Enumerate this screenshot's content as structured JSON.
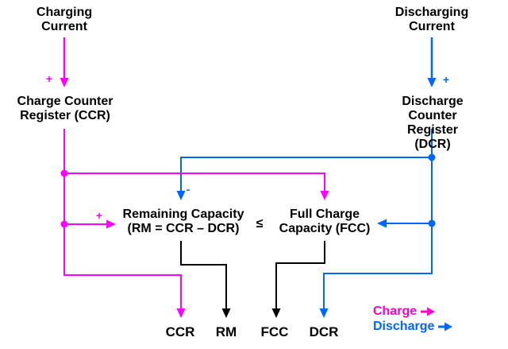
{
  "colors": {
    "charge_line": "#FF00FF",
    "discharge_line": "#0066FF",
    "legend_charge_text": "#FF00CC",
    "legend_discharge_text": "#0066FF",
    "signal_line_black": "#000000",
    "text": "#000000"
  },
  "nodes": {
    "charging_current": "Charging\nCurrent",
    "discharging_current": "Discharging\nCurrent",
    "charge_counter_register": "Charge Counter\nRegister (CCR)",
    "discharge_counter_register": "Discharge Counter\nRegister (DCR)",
    "remaining_capacity": "Remaining Capacity\n(RM = CCR – DCR)",
    "comparator": "≤",
    "full_charge_capacity": "Full Charge\nCapacity (FCC)"
  },
  "signs": {
    "charge_plus": "+",
    "discharge_plus": "+",
    "rm_plus": "+",
    "subtract_minus": "-"
  },
  "outputs": [
    "CCR",
    "RM",
    "FCC",
    "DCR"
  ],
  "legend": {
    "charge_label": "Charge",
    "discharge_label": "Discharge"
  }
}
